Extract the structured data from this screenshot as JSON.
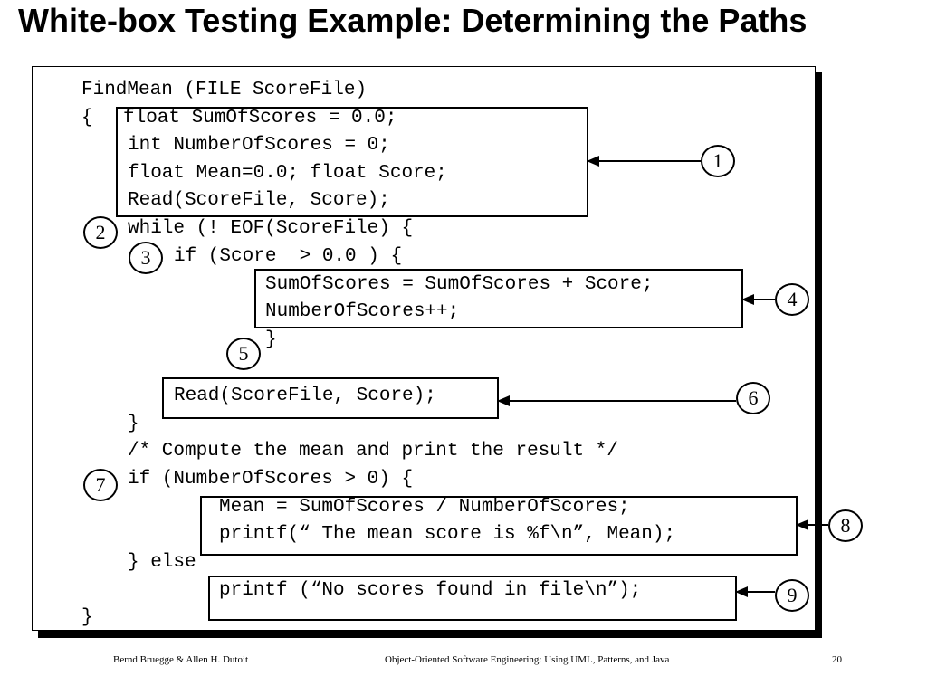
{
  "slide": {
    "title": "White-box Testing Example: Determining the Paths"
  },
  "code": {
    "line1": "FindMean (FILE ScoreFile)",
    "line2": "{",
    "line2b": "float SumOfScores = 0.0;",
    "line3": "int NumberOfScores = 0;",
    "line4": "float Mean=0.0; float Score;",
    "line5": "Read(ScoreFile, Score);",
    "line6": "while (! EOF(ScoreFile) {",
    "line7": "if (Score  > 0.0 ) {",
    "line8": "SumOfScores = SumOfScores + Score;",
    "line9": "NumberOfScores++;",
    "line10": "}",
    "line11": "Read(ScoreFile, Score);",
    "line12": "}",
    "line13": "/* Compute the mean and print the result */",
    "line14": "if (NumberOfScores > 0) {",
    "line15": "Mean = SumOfScores / NumberOfScores;",
    "line16": "printf(“ The mean score is %f\\n”, Mean);",
    "line17": "} else",
    "line18": "printf (“No scores found in file\\n”);",
    "line19": "}"
  },
  "paths": {
    "p1": "1",
    "p2": "2",
    "p3": "3",
    "p4": "4",
    "p5": "5",
    "p6": "6",
    "p7": "7",
    "p8": "8",
    "p9": "9"
  },
  "footer": {
    "authors": "Bernd Bruegge & Allen H. Dutoit",
    "book": "Object-Oriented Software Engineering: Using UML, Patterns, and Java",
    "page": "20"
  }
}
